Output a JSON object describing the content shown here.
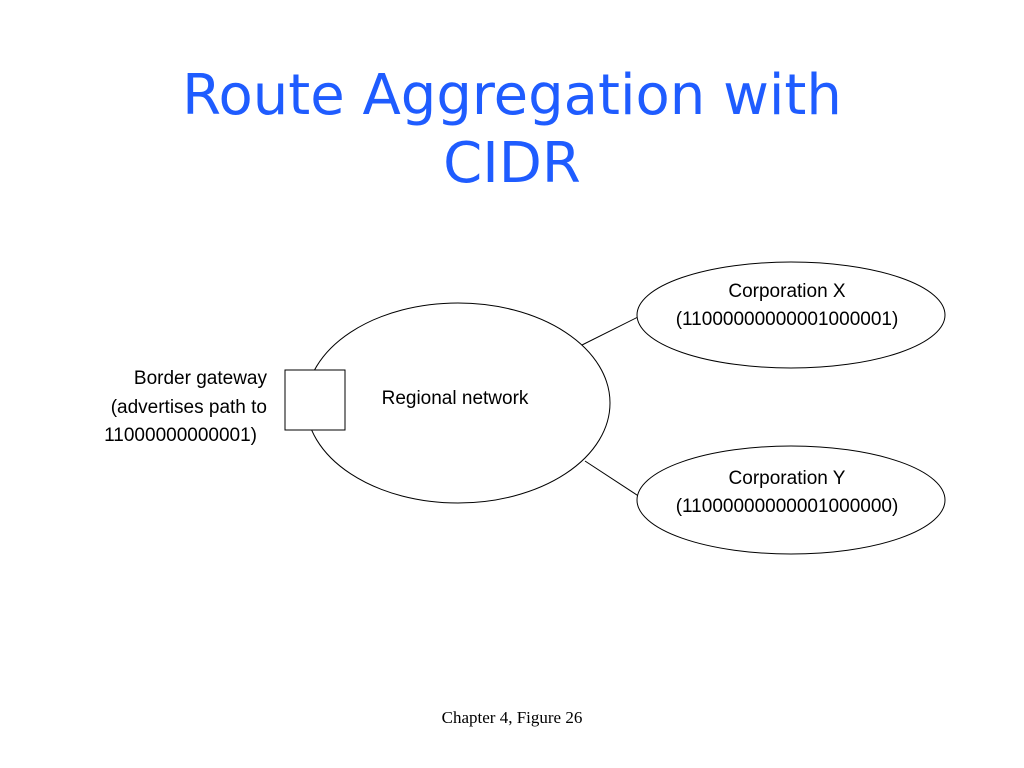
{
  "title": {
    "line1": "Route Aggregation with",
    "line2": "CIDR"
  },
  "diagram": {
    "border_gateway": {
      "line1": "Border gateway",
      "line2": "(advertises path to",
      "line3": "11000000000001)"
    },
    "regional_network": {
      "label": "Regional network"
    },
    "corporation_x": {
      "name": "Corporation X",
      "address": "(11000000000001000001)"
    },
    "corporation_y": {
      "name": "Corporation Y",
      "address": "(11000000000001000000)"
    }
  },
  "footer": {
    "caption": "Chapter 4, Figure 26"
  }
}
